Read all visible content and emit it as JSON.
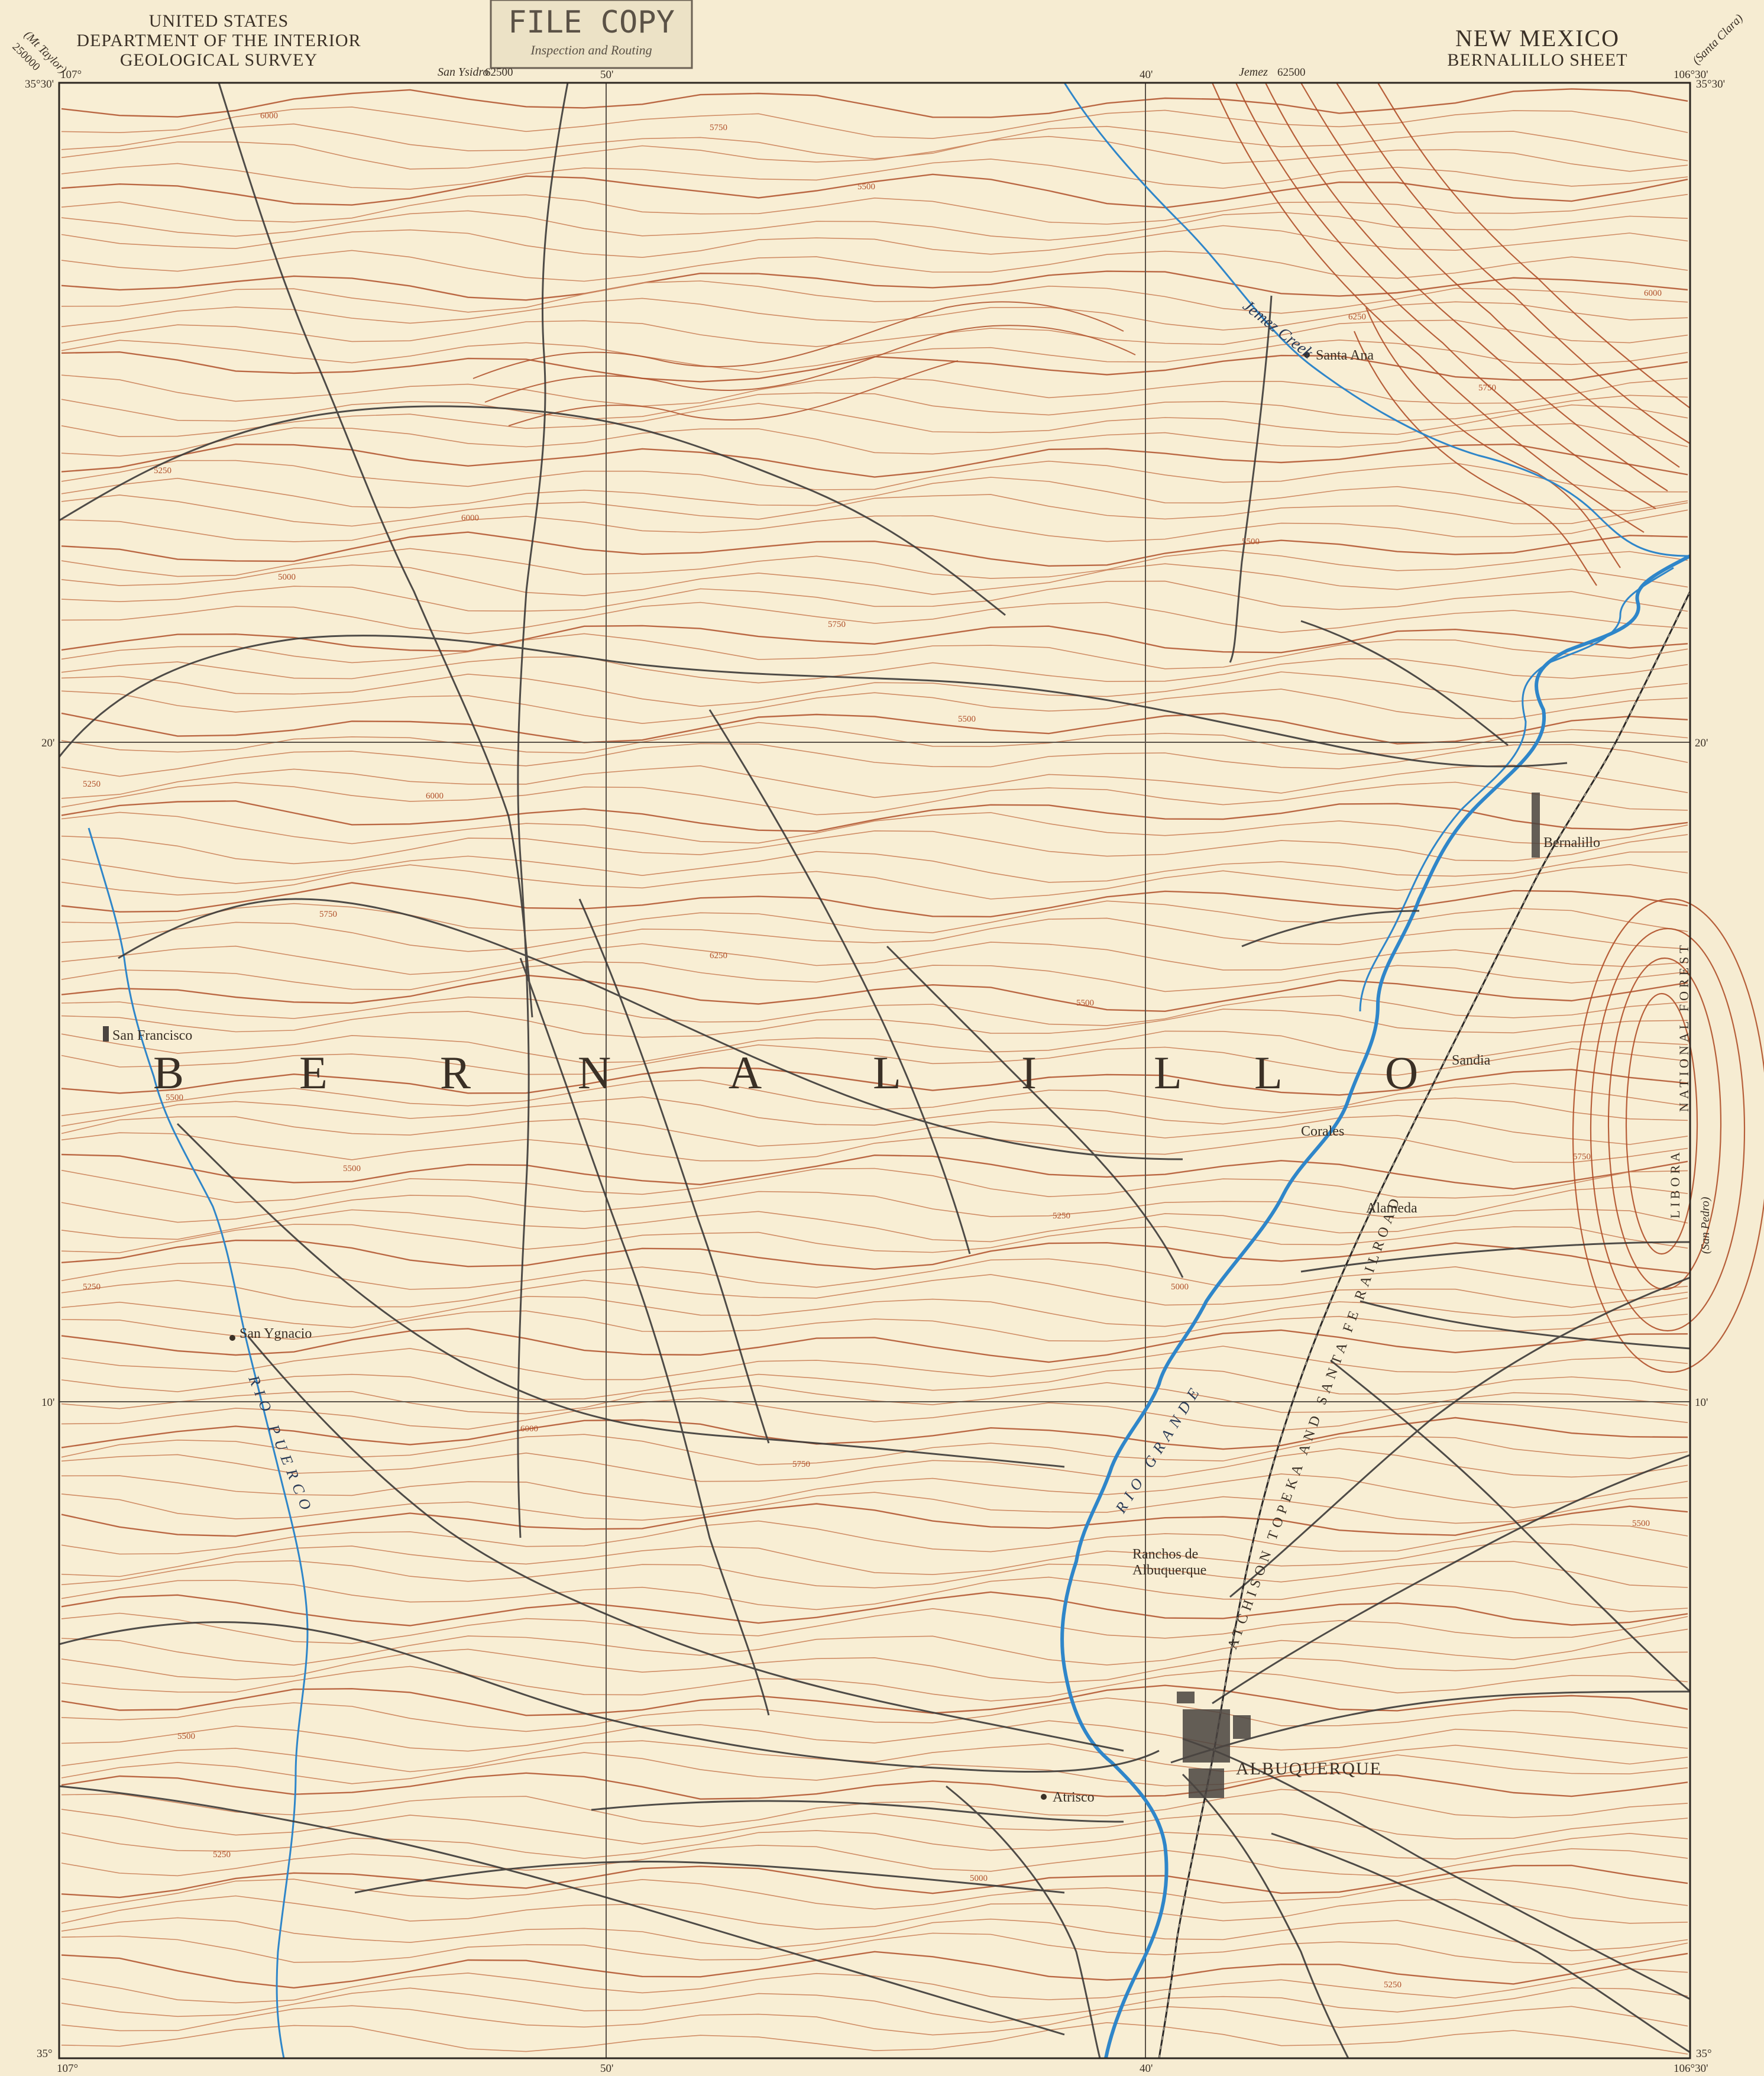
{
  "header": {
    "agency_line1": "UNITED STATES",
    "agency_line2": "DEPARTMENT OF THE INTERIOR",
    "agency_line3": "GEOLOGICAL SURVEY",
    "state": "NEW MEXICO",
    "sheet": "BERNALILLO SHEET",
    "stamp_title": "FILE COPY",
    "stamp_sub": "Inspection and Routing"
  },
  "adjacent_sheets": {
    "top_left": "San Ysidro",
    "top_right": "Jemez",
    "scale_left": "62500",
    "scale_right": "62500",
    "corner_left": "(Mt Taylor)",
    "corner_left_scale": "250000",
    "corner_right": "(Santa Clara)",
    "east": "(San Pedro)"
  },
  "coordinates": {
    "top_left_lat": "35°30'",
    "top_left_lon": "107°",
    "top_right_lat": "35°30'",
    "top_right_lon": "106°30'",
    "top_mid1": "50'",
    "top_mid2": "40'",
    "left_20": "20'",
    "left_10": "10'",
    "right_20": "20'",
    "right_10": "10'",
    "bottom_left_lat": "35°",
    "bottom_left_lon": "107°",
    "bottom_mid1": "50'",
    "bottom_mid2": "40'",
    "bottom_right": "106°30'",
    "bottom_right_lat": "35°"
  },
  "places": {
    "santa_ana": "Santa Ana",
    "bernalillo": "Bernalillo",
    "san_francisco": "San Francisco",
    "sandia": "Sandia",
    "corales": "Corales",
    "alameda": "Alameda",
    "san_ygnacio": "San Ygnacio",
    "ranchos_1": "Ranchos de",
    "ranchos_2": "Albuquerque",
    "albuquerque": "ALBUQUERQUE",
    "atrisco": "Atrisco"
  },
  "county": {
    "letters": [
      "B",
      "E",
      "R",
      "N",
      "A",
      "L",
      "I",
      "L",
      "L",
      "O"
    ]
  },
  "features": {
    "rio_grande": "RIO GRANDE",
    "rio_puerco": "RIO PUERCO",
    "jemez_creek": "Jemez Creek",
    "railroad": "ATCHISON TOPEKA AND SANTA FE RAILROAD",
    "forest": "NATIONAL FOREST",
    "forest_prefix": "LIBORA"
  },
  "elevations": [
    "6000",
    "5750",
    "5500",
    "6250",
    "6000",
    "5750",
    "5500",
    "5250",
    "5000",
    "6000",
    "5750",
    "5500",
    "5250",
    "5500",
    "5750",
    "6000",
    "6250",
    "5500",
    "5250",
    "5000",
    "5500",
    "5250",
    "5750",
    "6000",
    "5500",
    "5250",
    "5000",
    "5250",
    "5500",
    "5750"
  ],
  "colors": {
    "paper": "#f6ecd2",
    "contour": "#c97b52",
    "contour_index": "#b0502a",
    "river": "#2f86c9",
    "river_fill": "#a8d4ee",
    "road": "#3c3a38",
    "grid": "#5a5248",
    "text": "#3a3026"
  }
}
